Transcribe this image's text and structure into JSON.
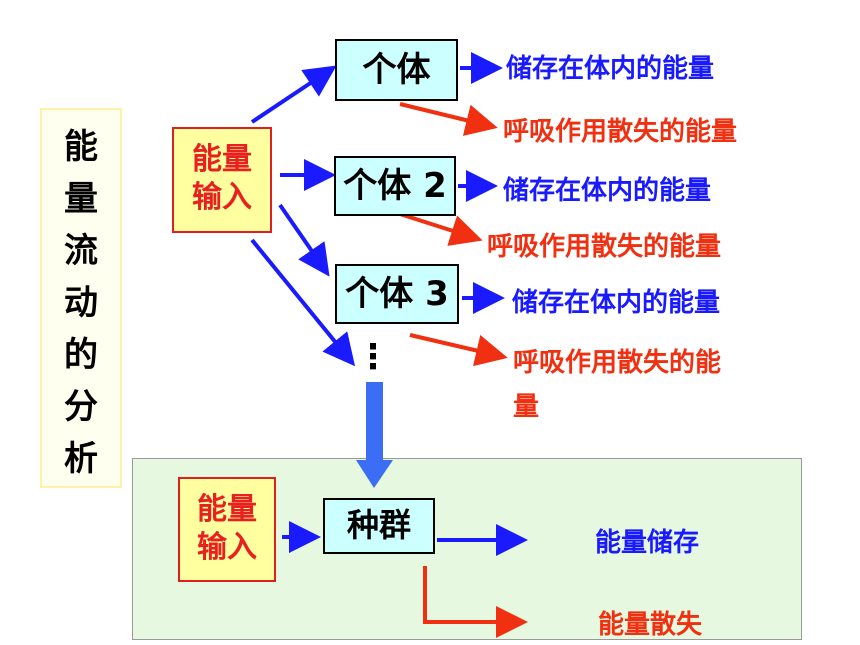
{
  "title": {
    "chars": [
      "能",
      "量",
      "流",
      "动",
      "的",
      "分",
      "析"
    ]
  },
  "energy_input": {
    "line1": "能量",
    "line2": "输入"
  },
  "individuals": [
    {
      "label": "个体",
      "stored": "储存在体内的能量",
      "lost": "呼吸作用散失的能量"
    },
    {
      "label": "个体 2",
      "stored": "储存在体内的能量",
      "lost": "呼吸作用散失的能量"
    },
    {
      "label": "个体 3",
      "stored": "储存在体内的能量",
      "lost_line1": "呼吸作用散失的能",
      "lost_line2": "量"
    }
  ],
  "ellipsis": "⋮",
  "population": {
    "input_line1": "能量",
    "input_line2": "输入",
    "label": "种群",
    "stored": "能量储存",
    "lost": "能量散失"
  },
  "colors": {
    "blue_arrow": "#1a1aff",
    "red_arrow": "#f03010",
    "input_fill": "#ffffa0",
    "individual_fill": "#ccffff",
    "panel_fill": "#e6f8e0"
  }
}
